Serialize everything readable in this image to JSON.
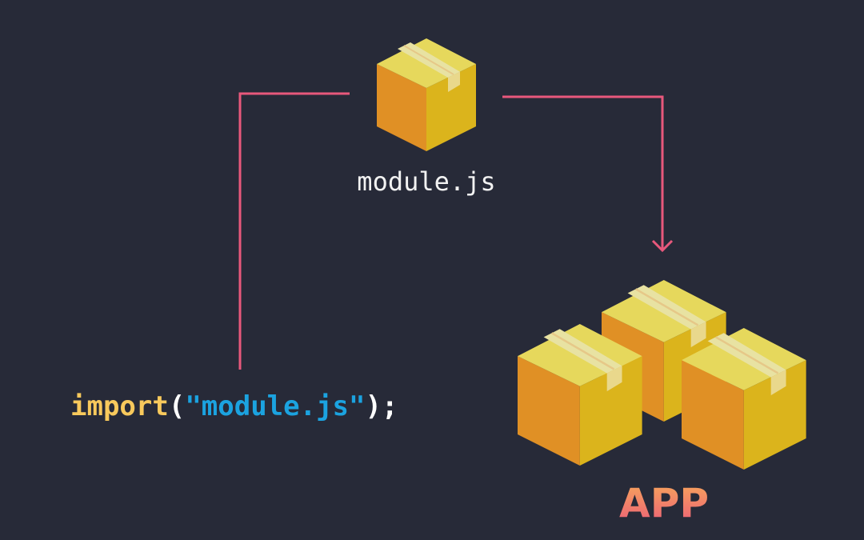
{
  "module": {
    "label": "module.js"
  },
  "code": {
    "keyword": "import",
    "open_paren": "(",
    "string": "\"module.js\"",
    "close": ");"
  },
  "app": {
    "label": "APP"
  },
  "colors": {
    "background": "#272a38",
    "arrow": "#e8587c",
    "keyword": "#f8c95c",
    "string": "#1ba3e0",
    "punct": "#ffffff",
    "box_left": "#e09025",
    "box_right": "#dbb41c",
    "box_top": "#e6d85c",
    "tape": "#e8e0a0"
  }
}
